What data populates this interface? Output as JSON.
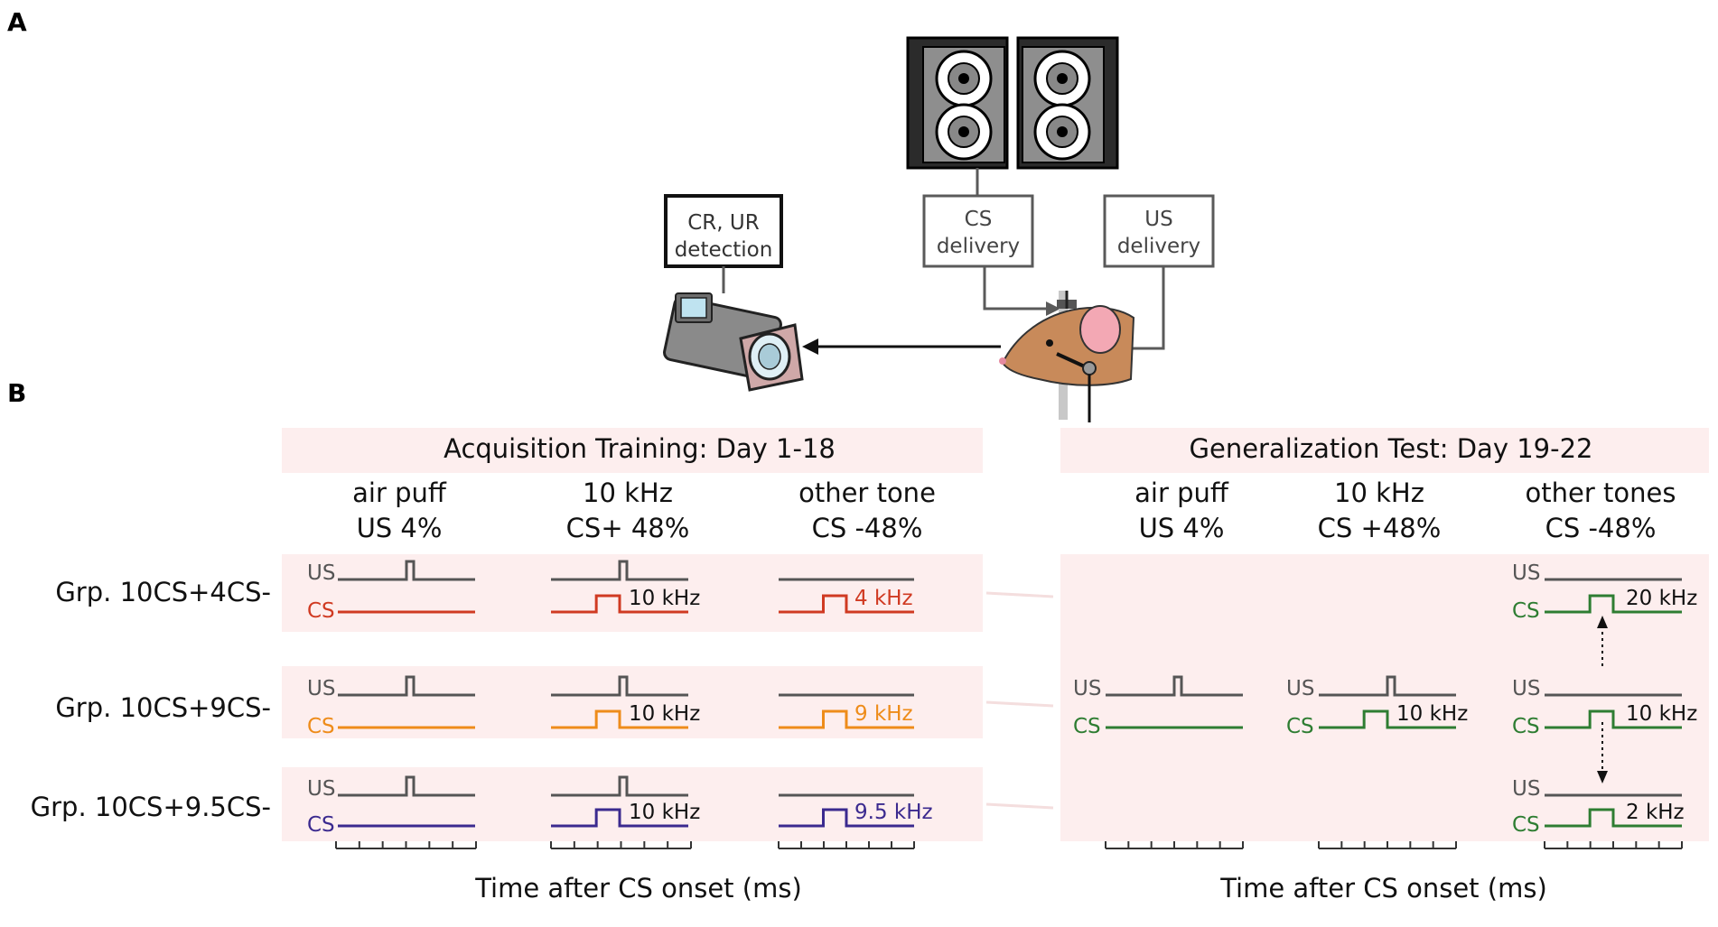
{
  "panel_a": {
    "label": "A",
    "cr_ur_box": {
      "line1": "CR, UR",
      "line2": "detection"
    },
    "cs_box": {
      "line1": "CS",
      "line2": "delivery"
    },
    "us_box": {
      "line1": "US",
      "line2": "delivery"
    }
  },
  "panel_b": {
    "label": "B",
    "acquisition_header": "Acquisition Training: Day 1-18",
    "generalization_header": "Generalization Test: Day 19-22",
    "acq_cols": [
      {
        "line1": "air puff",
        "line2": "US 4%"
      },
      {
        "line1": "10 kHz",
        "line2": "CS+ 48%"
      },
      {
        "line1": "other tone",
        "line2": "CS -48%"
      }
    ],
    "gen_cols": [
      {
        "line1": "air puff",
        "line2": "US 4%"
      },
      {
        "line1": "10 kHz",
        "line2": "CS +48%"
      },
      {
        "line1": "other tones",
        "line2": "CS -48%"
      }
    ],
    "groups": [
      {
        "label": "Grp. 10CS+4CS-",
        "color": "#d03a22",
        "other_freq": "4 kHz"
      },
      {
        "label": "Grp. 10CS+9CS-",
        "color": "#ee8c1a",
        "other_freq": "9 kHz"
      },
      {
        "label": "Grp. 10CS+9.5CS-",
        "color": "#3b2a8f",
        "other_freq": "9.5 kHz"
      }
    ],
    "us_label": "US",
    "cs_label": "CS",
    "tone_10k": "10 kHz",
    "gen_color": "#2e7d32",
    "gen_other_freqs": [
      "20 kHz",
      "10 kHz",
      "2 kHz"
    ],
    "x_axis_label": "Time after CS onset (ms)"
  },
  "colors": {
    "band": "#fdeeee",
    "trace_gray": "#555555",
    "box_border": "#5a5a5a",
    "box_border_dark": "#111111"
  }
}
